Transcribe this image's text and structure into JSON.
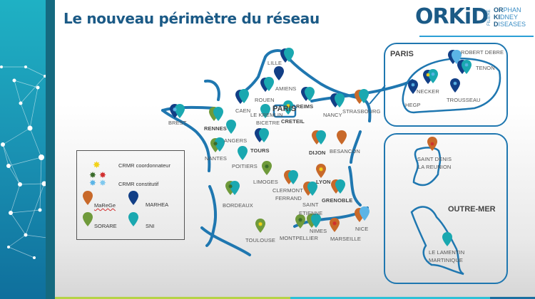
{
  "slide": {
    "title": "Le nouveau périmètre du réseau"
  },
  "logo": {
    "wordmark": "ORKiD",
    "filiere": "FILIERE",
    "line1_bold": "OR",
    "line1_rest": "PHAN",
    "line2_bold": "KI",
    "line2_rest": "DNEY",
    "line3_bold": "D",
    "line3_rest": "ISEASES"
  },
  "legend": {
    "items": [
      {
        "label": "CRMR coordonnateur",
        "icon": "star-yellow"
      },
      {
        "label": "CRMR constitutif",
        "icon": "stars-green-red-blue"
      },
      {
        "label": "MaReGe",
        "icon": "pin-orange",
        "color": "#c8692a"
      },
      {
        "label": "MARHEA",
        "icon": "pin-navy",
        "color": "#123f86"
      },
      {
        "label": "SORARE",
        "icon": "pin-green",
        "color": "#6f9a3b"
      },
      {
        "label": "SNI",
        "icon": "pin-teal",
        "color": "#1aa8b0"
      }
    ]
  },
  "colors": {
    "MaReGe": "#c8692a",
    "MARHEA": "#123f86",
    "SORARE": "#6f9a3b",
    "SNI": "#1aa8b0",
    "outline": "#1f77b0",
    "coordonnateur": "#f2d21a",
    "constitutif_red": "#d12f2f",
    "constitutif_green": "#3a6b2a",
    "constitutif_blue": "#5bb4e6"
  },
  "france": {
    "cities": [
      {
        "name": "LILLE"
      },
      {
        "name": "AMIENS"
      },
      {
        "name": "ROUEN"
      },
      {
        "name": "CAEN"
      },
      {
        "name": "BREST"
      },
      {
        "name": "RENNES"
      },
      {
        "name": "LE KREMLIN"
      },
      {
        "name": "BICETRE"
      },
      {
        "name": "PARIS"
      },
      {
        "name": "CRETEIL"
      },
      {
        "name": "REIMS"
      },
      {
        "name": "NANCY"
      },
      {
        "name": "STRASBOURG"
      },
      {
        "name": "ANGERS"
      },
      {
        "name": "NANTES"
      },
      {
        "name": "TOURS"
      },
      {
        "name": "POITIERS"
      },
      {
        "name": "DIJON"
      },
      {
        "name": "BESANCON"
      },
      {
        "name": "LIMOGES"
      },
      {
        "name": "CLERMONT"
      },
      {
        "name": "FERRAND"
      },
      {
        "name": "LYON"
      },
      {
        "name": "SAINT"
      },
      {
        "name": "ETIENNE"
      },
      {
        "name": "GRENOBLE"
      },
      {
        "name": "BORDEAUX"
      },
      {
        "name": "TOULOUSE"
      },
      {
        "name": "MONTPELLIER"
      },
      {
        "name": "NIMES"
      },
      {
        "name": "MARSEILLE"
      },
      {
        "name": "NICE"
      }
    ]
  },
  "paris_inset": {
    "title": "PARIS",
    "sites": [
      {
        "name": "ROBERT DEBRE"
      },
      {
        "name": "TENON"
      },
      {
        "name": "NECKER"
      },
      {
        "name": "HEGP"
      },
      {
        "name": "TROUSSEAU"
      }
    ]
  },
  "outremer_inset": {
    "title": "OUTRE-MER",
    "sites": [
      {
        "name": "SAINT DENIS"
      },
      {
        "name": "LA REUNION"
      },
      {
        "name": "LE LAMENTIN"
      },
      {
        "name": "MARTINIQUE"
      }
    ]
  }
}
